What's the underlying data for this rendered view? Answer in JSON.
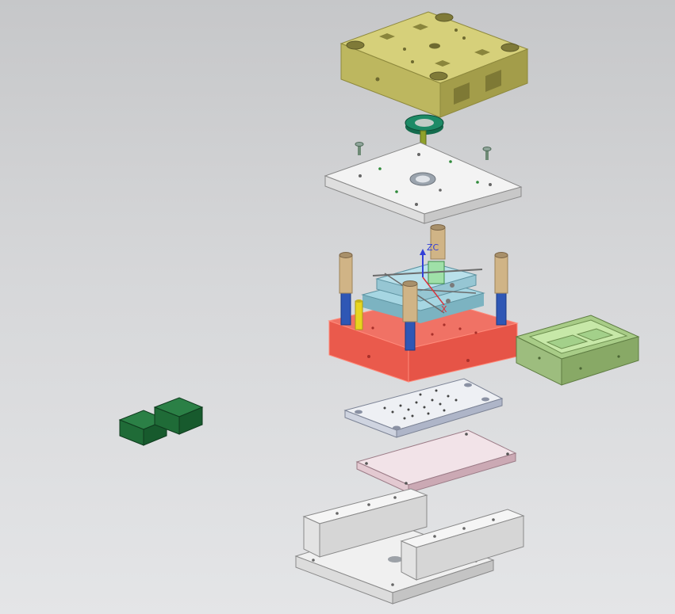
{
  "viewport": {
    "background_top": "#c6c7c9",
    "background_bottom": "#e4e5e7"
  },
  "triad": {
    "z_label": "ZC",
    "x_label": "X"
  },
  "colors": {
    "clamp_plate": "#c9c36a",
    "locating_ring": "#1d8a66",
    "sprue": "#8fa02a",
    "stripper_plate": "#f1f1f1",
    "leader_bushing": "#d0b486",
    "leader_pin": "#2f57b5",
    "core_plate_selected": "#ee5a4c",
    "insert": "#8fc8d6",
    "cavity_block": "#9bc07a",
    "ejector_retainer": "#e8eaf0",
    "ejector_plate": "#ecd8df",
    "support_block": "#ececec",
    "slide_blocks": "#1e6b34",
    "return_pin": "#e8d51f"
  },
  "components": [
    "top-clamp-plate",
    "locating-ring",
    "sprue-bushing",
    "stripper-plate",
    "core-plate",
    "cavity-block",
    "ejector-retainer-plate",
    "ejector-plate",
    "support-rails",
    "bottom-clamp-plate",
    "slide-blocks"
  ]
}
